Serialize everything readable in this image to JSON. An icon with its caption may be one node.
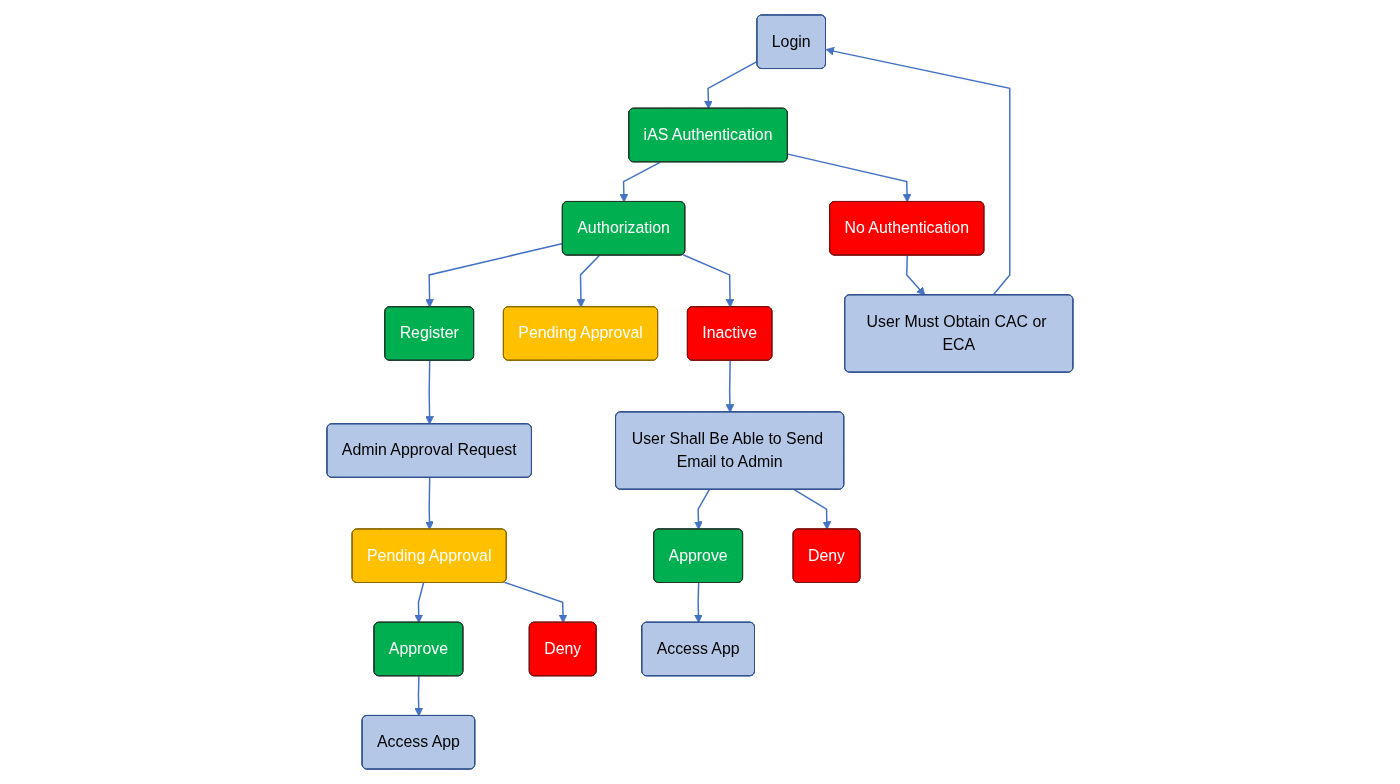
{
  "diagram": {
    "nodes": [
      {
        "text": [
          "Login"
        ]
      },
      {
        "text": [
          "iAS Authentication"
        ]
      },
      {
        "text": [
          "Authorization"
        ]
      },
      {
        "text": [
          "No Authentication"
        ]
      },
      {
        "text": [
          "User Must Obtain CAC or ECA"
        ]
      },
      {
        "text": [
          "Register"
        ]
      },
      {
        "text": [
          "Pending Approval"
        ]
      },
      {
        "text": [
          "Inactive"
        ]
      },
      {
        "text": [
          "Admin Approval Request"
        ]
      },
      {
        "text": [
          "User Shall Be Able to Send Email to Admin"
        ]
      },
      {
        "text": [
          "Pending Approval"
        ]
      },
      {
        "text": [
          "Approve"
        ]
      },
      {
        "text": [
          "Deny"
        ]
      },
      {
        "text": [
          "Approve"
        ]
      },
      {
        "text": [
          "Deny"
        ]
      },
      {
        "text": [
          "Access App"
        ]
      },
      {
        "text": [
          "Access App"
        ]
      }
    ],
    "edges": [
      {
        "from": 0,
        "to": 1,
        "arrow": "to"
      },
      {
        "from": 1,
        "to": 2,
        "arrow": "to"
      },
      {
        "from": 1,
        "to": 3,
        "arrow": "to"
      },
      {
        "from": 3,
        "to": 4,
        "arrow": "to"
      },
      {
        "from": 4,
        "to": 0,
        "arrow": "to"
      },
      {
        "from": 2,
        "to": 5,
        "arrow": "to"
      },
      {
        "from": 2,
        "to": 6,
        "arrow": "to"
      },
      {
        "from": 2,
        "to": 7,
        "arrow": "to"
      },
      {
        "from": 5,
        "to": 8,
        "arrow": "to"
      },
      {
        "from": 8,
        "to": 10,
        "arrow": "to"
      },
      {
        "from": 10,
        "to": 11,
        "arrow": "to"
      },
      {
        "from": 10,
        "to": 12,
        "arrow": "to"
      },
      {
        "from": 11,
        "to": 15,
        "arrow": "to"
      },
      {
        "from": 7,
        "to": 9,
        "arrow": "to"
      },
      {
        "from": 9,
        "to": 13,
        "arrow": "to"
      },
      {
        "from": 9,
        "to": 14,
        "arrow": "to"
      },
      {
        "from": 13,
        "to": 16,
        "arrow": "to"
      }
    ]
  }
}
